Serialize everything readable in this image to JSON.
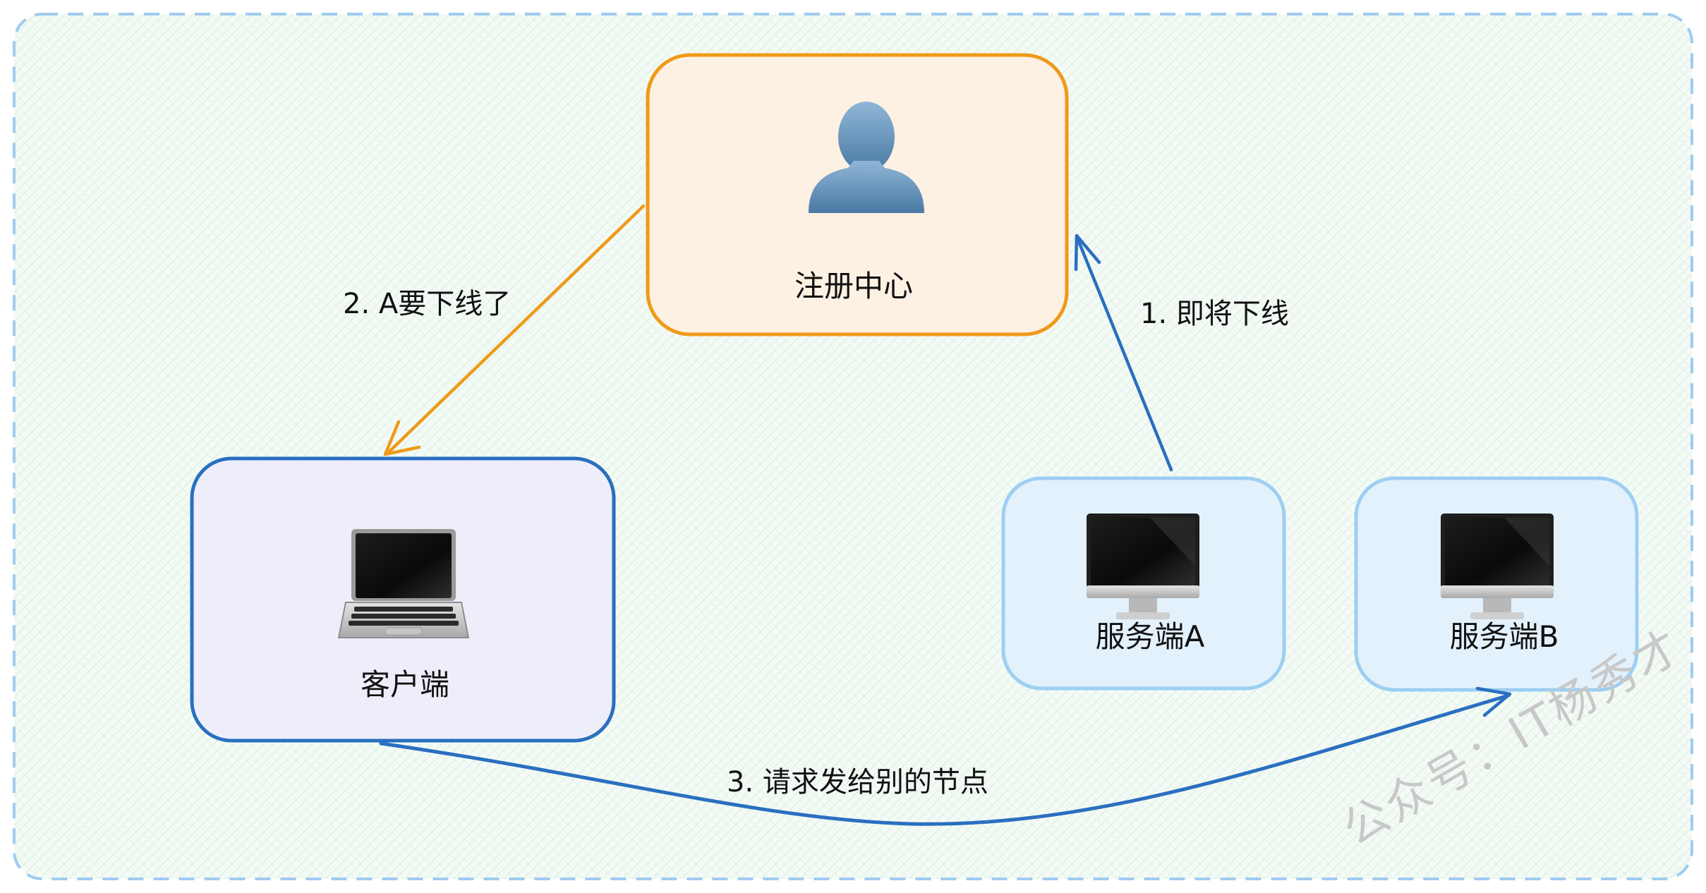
{
  "nodes": {
    "registry": {
      "label": "注册中心",
      "icon": "user-silhouette-icon"
    },
    "client": {
      "label": "客户端",
      "icon": "laptop-icon"
    },
    "server_a": {
      "label": "服务端A",
      "icon": "desktop-monitor-icon"
    },
    "server_b": {
      "label": "服务端B",
      "icon": "desktop-monitor-icon"
    }
  },
  "edges": {
    "step1": {
      "label": "1. 即将下线",
      "from": "服务端A",
      "to": "注册中心"
    },
    "step2": {
      "label": "2. A要下线了",
      "from": "注册中心",
      "to": "客户端"
    },
    "step3": {
      "label": "3. 请求发给别的节点",
      "from": "客户端",
      "to": "服务端B"
    }
  },
  "watermark": "公众号：IT杨秀才",
  "colors": {
    "frame_border": "#9fcbf0",
    "background_tint": "#eef8f1",
    "registry_fill": "#fdf1e3",
    "registry_border": "#ef9a1a",
    "client_fill": "#eeeefa",
    "client_border": "#2a6fc0",
    "server_fill": "#e3f1fc",
    "server_border": "#9ccff3",
    "arrow_orange": "#ef9a1a",
    "arrow_blue": "#2a6fc0"
  }
}
